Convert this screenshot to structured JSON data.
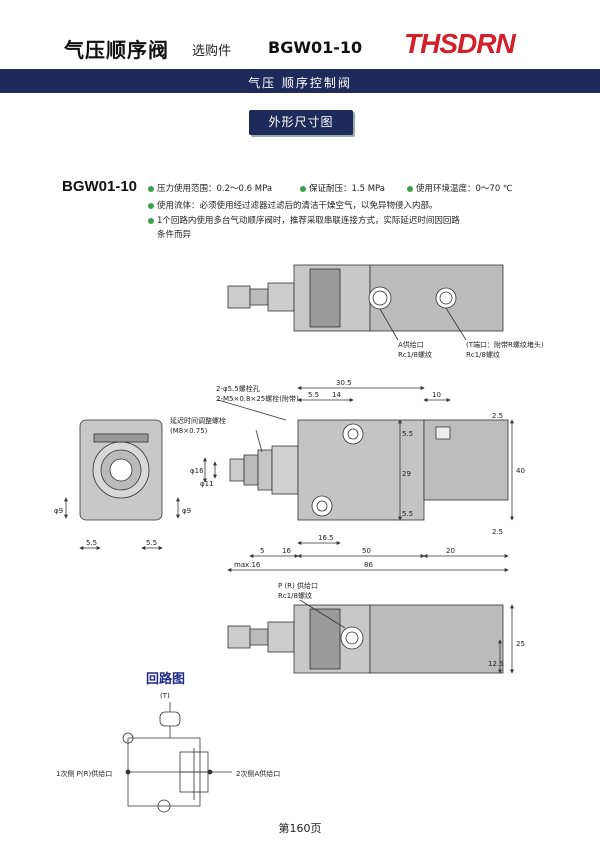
{
  "header": {
    "title": "气压顺序阀",
    "subtitle": "选购件",
    "model": "BGW01-10",
    "logo": "THSDRN"
  },
  "band": {
    "text": "气压   顺序控制阀"
  },
  "section_button": "外形尺寸图",
  "model_label": "BGW01-10",
  "specs": {
    "pressure": "压力使用范围：0.2～0.6 MPa",
    "proof": "保证耐压：1.5 MPa",
    "temp": "使用环境温度：0～70 ℃",
    "fluid": "使用流体：必须使用经过滤器过滤后的清洁干燥空气，以免异物侵入内部。",
    "note_line1": "1个回路内使用多台气动顺序阀时，推荐采取串联连接方式，实际延迟时间因回路",
    "note_line2": "条件而异"
  },
  "drawing": {
    "top_view": {
      "port_a": "A供给口",
      "port_a_thread": "Rc1/8螺纹",
      "port_t": "(T端口：附带R螺纹堵头)",
      "port_t_thread": "Rc1/8螺纹"
    },
    "side_view": {
      "hole": "2-φ5.5螺栓孔",
      "screw": "2-M5×0.8×25螺栓(附带)",
      "delay_screw": "延迟时间调整螺栓",
      "delay_screw_size": "(M8×0.75)",
      "dims": {
        "d30_5": "30.5",
        "d5_5a": "5.5",
        "d14": "14",
        "d10": "10",
        "d2_5a": "2.5",
        "d5_5b": "5.5",
        "d29": "29",
        "d40": "40",
        "d5_5c": "5.5",
        "d2_5b": "2.5",
        "d16phi": "φ16",
        "d11phi": "φ11",
        "d16_5": "16.5",
        "d5": "5",
        "d16": "16",
        "d50": "50",
        "d20": "20",
        "max16": "max.16",
        "d86": "86"
      }
    },
    "end_view": {
      "phi9a": "φ9",
      "phi9b": "φ9",
      "d5_5l": "5.5",
      "d5_5r": "5.5"
    },
    "bottom_view": {
      "port_p": "P (R) 供给口",
      "port_p_thread": "Rc1/8螺纹",
      "d12_5": "12.5",
      "d25": "25"
    }
  },
  "circuit": {
    "title": "回路图",
    "t_label": "(T)",
    "left_label": "1次侧 P(R)供给口",
    "right_label": "2次侧A供给口"
  },
  "page_number": "第160页"
}
